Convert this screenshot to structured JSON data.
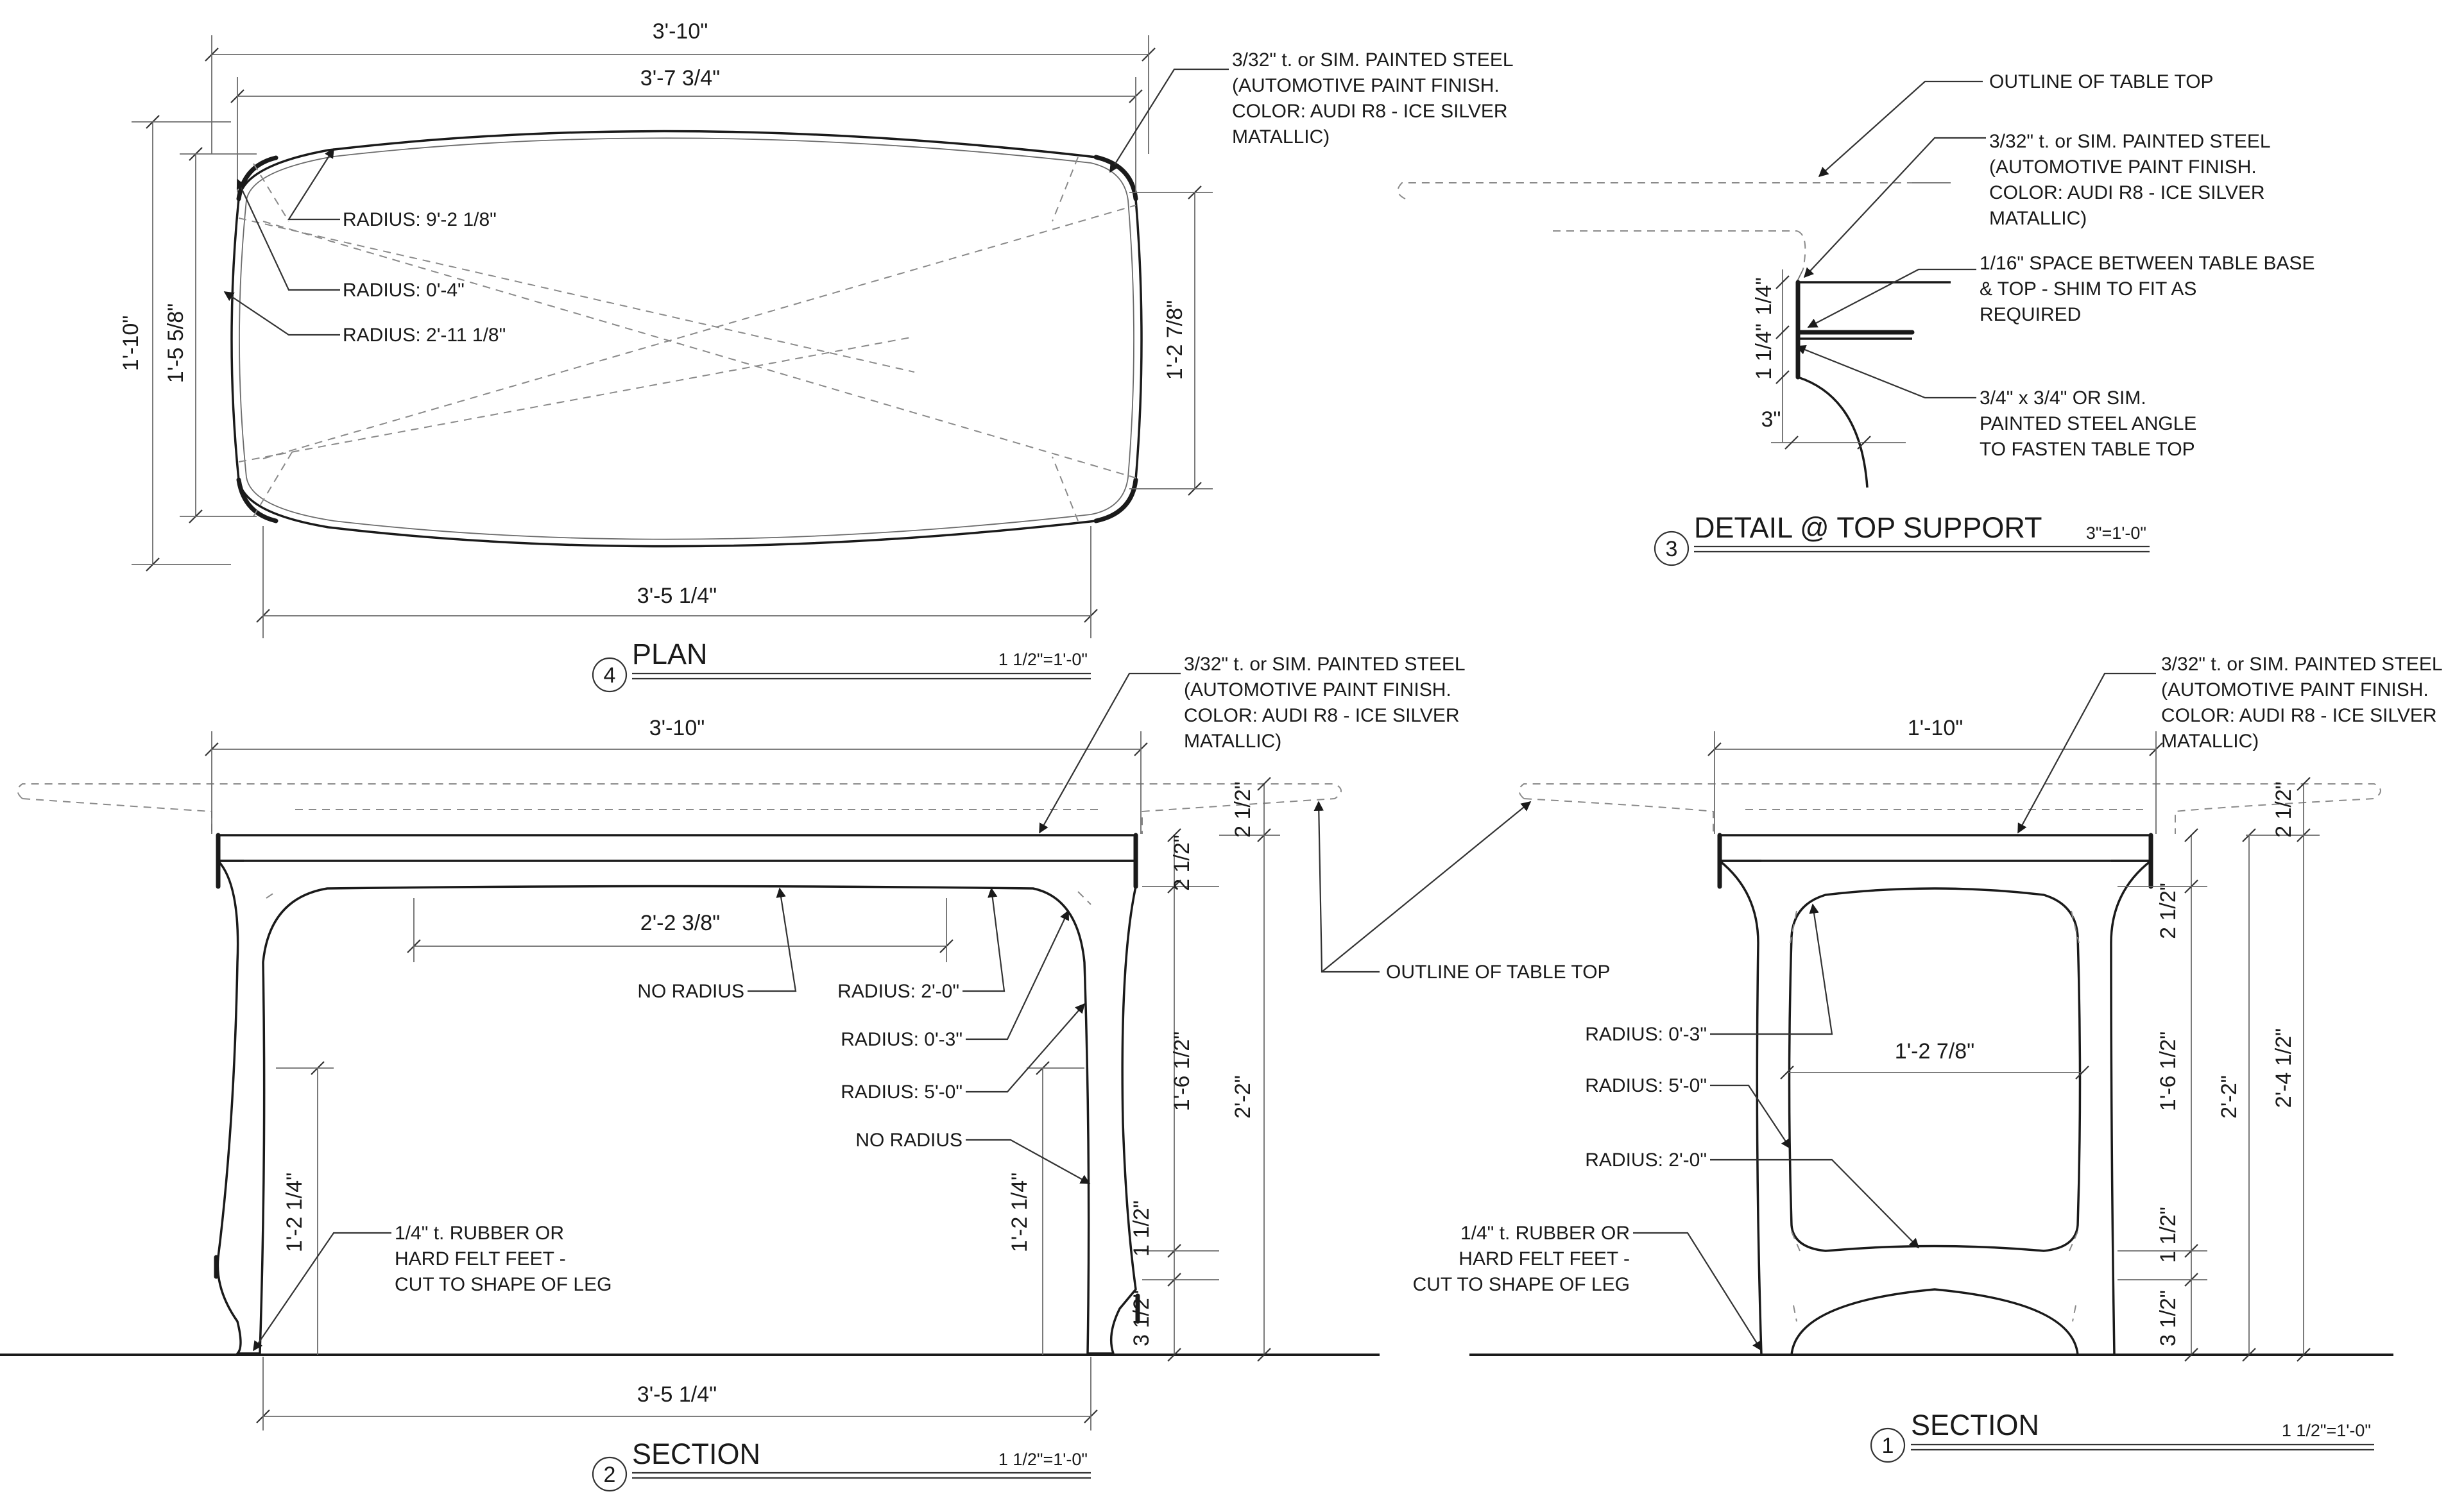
{
  "plan": {
    "title": "PLAN",
    "number": "4",
    "scale": "1 1/2\"=1'-0\"",
    "dims": {
      "overall_width": "3'-10\"",
      "inner_width": "3'-7 3/4\"",
      "base_width": "3'-5 1/4\"",
      "overall_depth": "1'-10\"",
      "inner_depth": "1'-5 5/8\"",
      "end_depth": "1'-2 7/8\""
    },
    "radius_labels": [
      "RADIUS: 9'-2 1/8\"",
      "RADIUS: 0'-4\"",
      "RADIUS: 2'-11 1/8\""
    ],
    "note": [
      "3/32\" t. or SIM. PAINTED STEEL",
      "(AUTOMOTIVE PAINT FINISH.",
      "COLOR: AUDI R8 - ICE SILVER",
      "MATALLIC)"
    ]
  },
  "detail": {
    "title": "DETAIL @ TOP SUPPORT",
    "number": "3",
    "scale": "3\"=1'-0\"",
    "outline_note": "OUTLINE OF TABLE TOP",
    "steel_note": [
      "3/32\" t. or SIM. PAINTED STEEL",
      "(AUTOMOTIVE PAINT FINISH.",
      "COLOR: AUDI R8 - ICE SILVER",
      "MATALLIC)"
    ],
    "space_note": [
      "1/16\" SPACE BETWEEN TABLE BASE",
      "& TOP - SHIM TO FIT AS",
      "REQUIRED"
    ],
    "angle_note": [
      "3/4\" x 3/4\" OR SIM.",
      "PAINTED STEEL ANGLE",
      "TO FASTEN TABLE TOP"
    ],
    "dims": {
      "top": "1/4\"",
      "mid": "1 1/4\"",
      "bottom": "3\""
    }
  },
  "section_long": {
    "title": "SECTION",
    "number": "2",
    "scale": "1 1/2\"=1'-0\"",
    "dims": {
      "overall_width": "3'-10\"",
      "span": "2'-2 3/8\"",
      "base_width": "3'-5 1/4\"",
      "top_thick": "2 1/2\"",
      "apron": "2 1/2\"",
      "leg": "1'-6 1/2\"",
      "foot_gap": "1 1/2\"",
      "foot": "3 1/2\"",
      "overall_height": "2'-2\"",
      "leg_left": "1'-2 1/4\"",
      "leg_right": "1'-2 1/4\""
    },
    "labels": {
      "no_radius_top": "NO RADIUS",
      "radius_2": "RADIUS: 2'-0\"",
      "radius_3": "RADIUS: 0'-3\"",
      "radius_5": "RADIUS: 5'-0\"",
      "no_radius_side": "NO RADIUS",
      "outline": "OUTLINE OF TABLE TOP"
    },
    "steel_note": [
      "3/32\" t. or SIM. PAINTED STEEL",
      "(AUTOMOTIVE PAINT FINISH.",
      "COLOR: AUDI R8 - ICE SILVER",
      "MATALLIC)"
    ],
    "feet_note": [
      "1/4\" t. RUBBER OR",
      "HARD FELT FEET -",
      "CUT TO SHAPE OF LEG"
    ]
  },
  "section_short": {
    "title": "SECTION",
    "number": "1",
    "scale": "1 1/2\"=1'-0\"",
    "dims": {
      "overall_width": "1'-10\"",
      "inner": "1'-2 7/8\"",
      "top_thick": "2 1/2\"",
      "apron": "2 1/2\"",
      "leg": "1'-6 1/2\"",
      "foot_gap": "1 1/2\"",
      "foot": "3 1/2\"",
      "height": "2'-2\"",
      "overall_height": "2'-4 1/2\""
    },
    "labels": {
      "radius_3": "RADIUS: 0'-3\"",
      "radius_5": "RADIUS: 5'-0\"",
      "radius_2": "RADIUS: 2'-0\""
    },
    "steel_note": [
      "3/32\" t. or SIM. PAINTED STEEL",
      "(AUTOMOTIVE PAINT FINISH.",
      "COLOR: AUDI R8 - ICE SILVER",
      "MATALLIC)"
    ],
    "feet_note": [
      "1/4\" t. RUBBER OR",
      "HARD FELT FEET -",
      "CUT TO SHAPE OF LEG"
    ]
  }
}
